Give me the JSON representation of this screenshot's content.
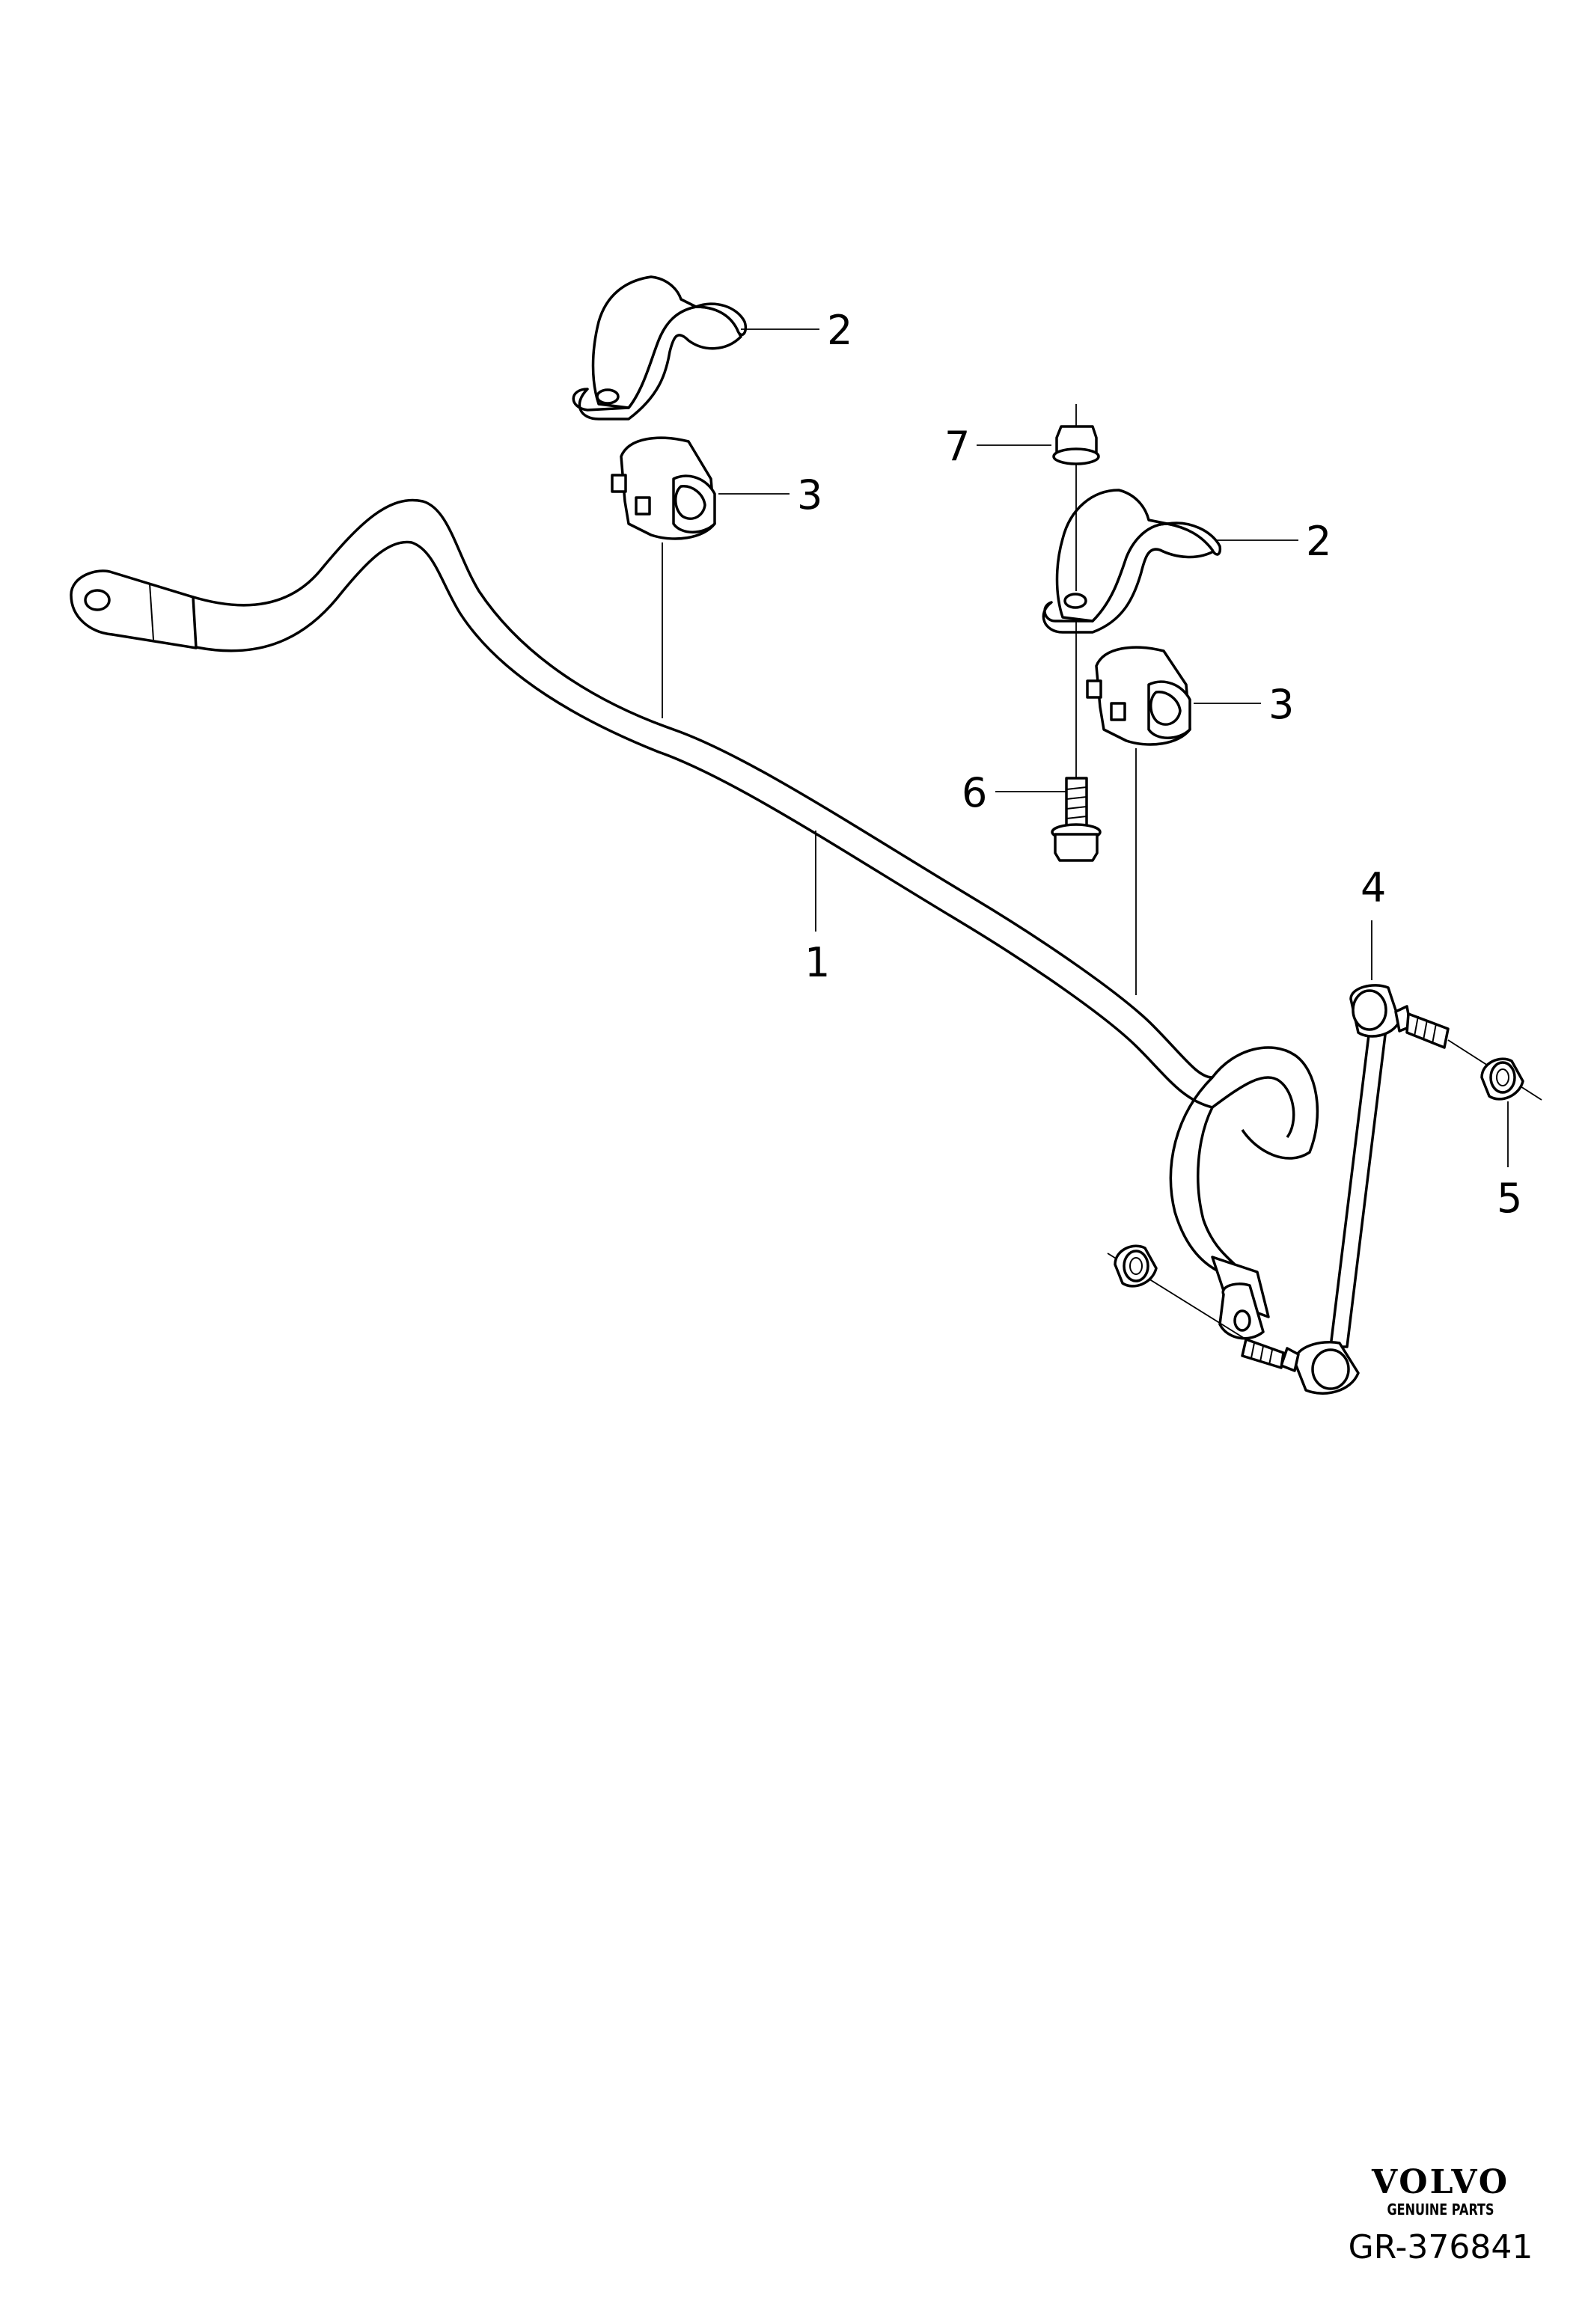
{
  "callouts": {
    "part1": "1",
    "part2_left": "2",
    "part2_right": "2",
    "part3_left": "3",
    "part3_right": "3",
    "part4": "4",
    "part5": "5",
    "part6": "6",
    "part7": "7"
  },
  "brand": {
    "logo": "VOLVO",
    "subtitle": "GENUINE PARTS"
  },
  "reference": "GR-376841"
}
